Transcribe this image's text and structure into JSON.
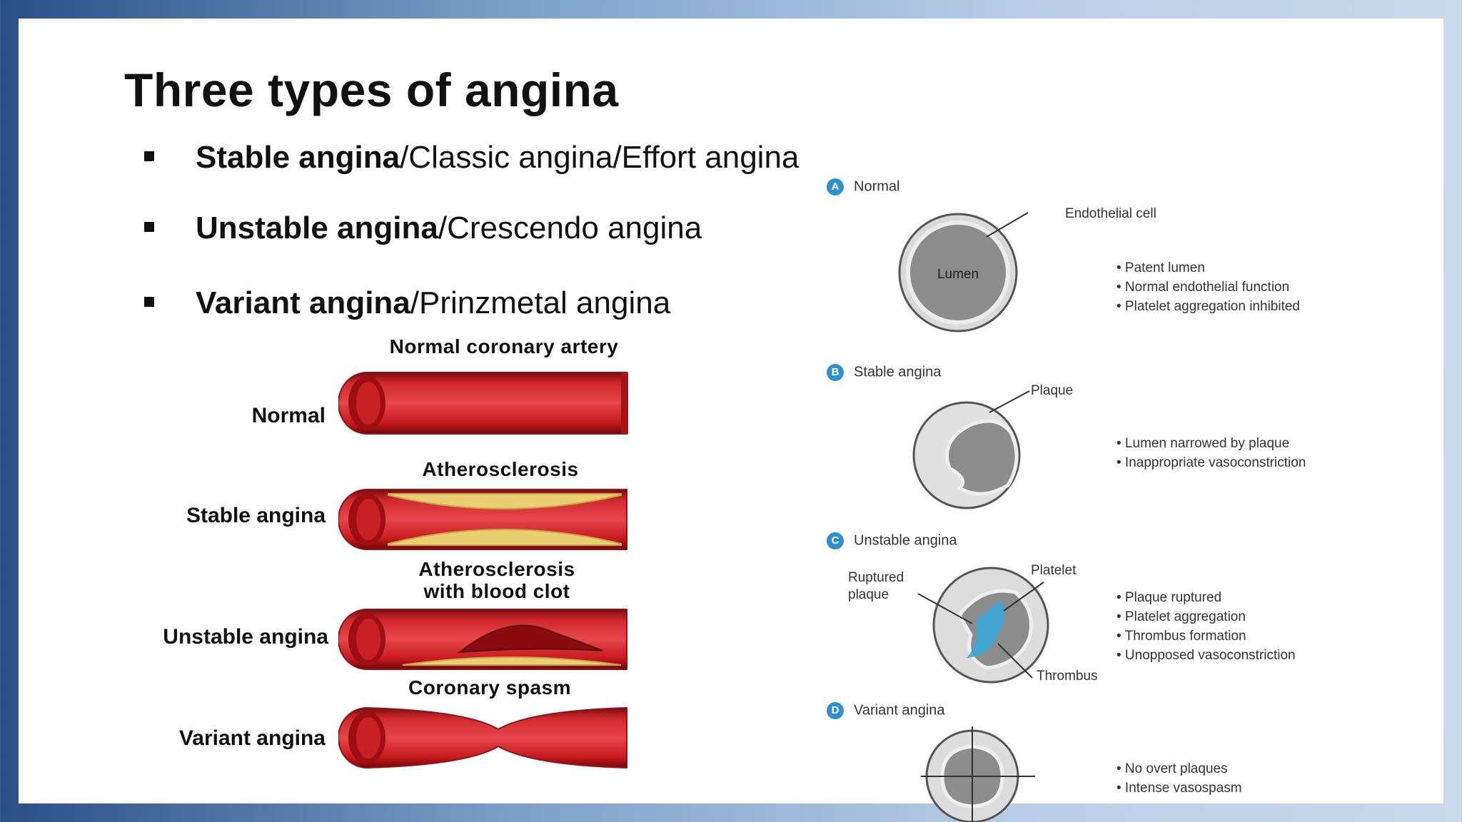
{
  "title": "Three types of angina",
  "bullets": [
    {
      "bold": "Stable angina",
      "rest": "/Classic angina/Effort angina"
    },
    {
      "bold": "Unstable angina",
      "rest": "/Crescendo angina"
    },
    {
      "bold": "Variant angina",
      "rest": "/Prinzmetal angina"
    }
  ],
  "arteries": [
    {
      "label": "Normal",
      "caption": "Normal coronary artery"
    },
    {
      "label": "Stable angina",
      "caption": "Atherosclerosis"
    },
    {
      "label": "Unstable angina",
      "caption_line1": "Atherosclerosis",
      "caption_line2": "with blood clot"
    },
    {
      "label": "Variant angina",
      "caption": "Coronary spasm"
    }
  ],
  "panels": [
    {
      "badge": "A",
      "title": "Normal",
      "center_label": "Lumen",
      "callouts": [
        "Endothelial cell"
      ],
      "items": [
        "• Patent lumen",
        "• Normal endothelial function",
        "• Platelet aggregation inhibited"
      ]
    },
    {
      "badge": "B",
      "title": "Stable angina",
      "callouts": [
        "Plaque"
      ],
      "items": [
        "• Lumen narrowed by plaque",
        "• Inappropriate vasoconstriction"
      ]
    },
    {
      "badge": "C",
      "title": "Unstable angina",
      "callouts": [
        "Ruptured",
        "plaque",
        "Platelet",
        "Thrombus"
      ],
      "items": [
        "• Plaque ruptured",
        "• Platelet aggregation",
        "• Thrombus formation",
        "• Unopposed vasoconstriction"
      ]
    },
    {
      "badge": "D",
      "title": "Variant angina",
      "items": [
        "• No overt plaques",
        "• Intense vasospasm"
      ]
    }
  ],
  "colors": {
    "artery_red": "#c8181e",
    "plaque_yellow": "#e8cf72",
    "badge_blue": "#2f8fd0",
    "thrombus_blue": "#3aa7d8"
  }
}
